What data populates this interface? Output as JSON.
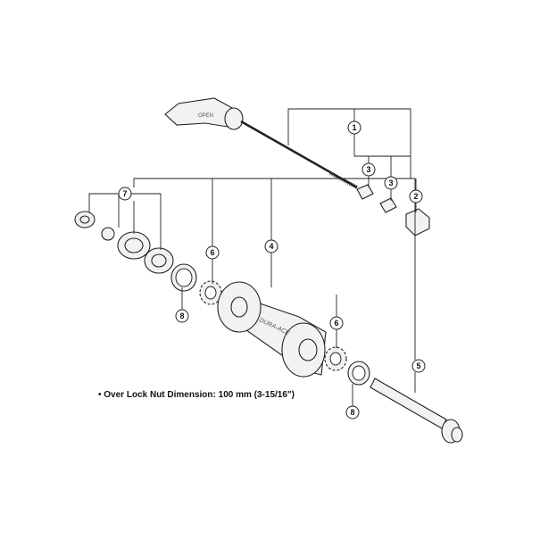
{
  "note": "• Over Lock Nut Dimension: 100 mm (3-15/16\")",
  "callouts": {
    "c1": "1",
    "c3a": "3",
    "c3b": "3",
    "c2": "2",
    "c7": "7",
    "c4": "4",
    "c6a": "6",
    "c8a": "8",
    "c6b": "6",
    "c5": "5",
    "c8b": "8"
  },
  "markings": {
    "lever": "OPEN",
    "hub": "DURA-ACE"
  }
}
